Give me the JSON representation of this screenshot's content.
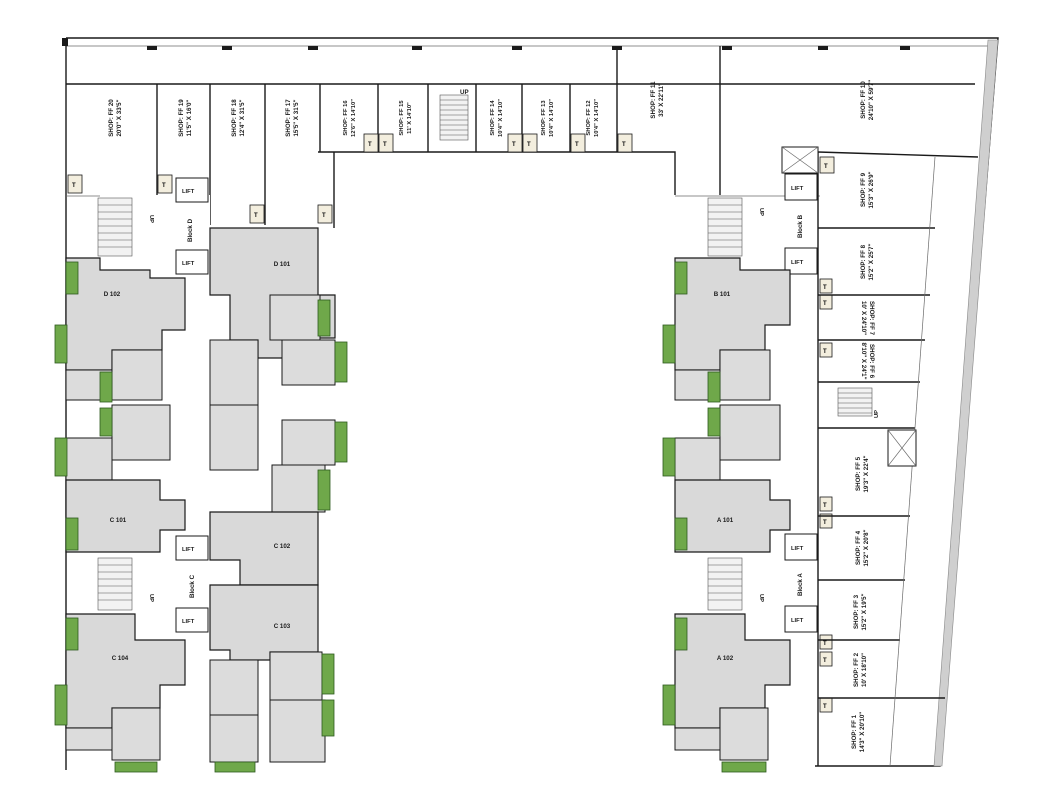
{
  "plan": {
    "shops": [
      {
        "id": "ff20",
        "name": "SHOP: FF 20",
        "size": "20'0\" X 33'5\""
      },
      {
        "id": "ff19",
        "name": "SHOP: FF 19",
        "size": "11'5\" X 16'0\""
      },
      {
        "id": "ff18",
        "name": "SHOP: FF 18",
        "size": "12'4\" X 31'5\""
      },
      {
        "id": "ff17",
        "name": "SHOP: FF 17",
        "size": "15'5\" X 31'5\""
      },
      {
        "id": "ff16",
        "name": "SHOP: FF 16",
        "size": "12'6\" X 14'10\""
      },
      {
        "id": "ff15",
        "name": "SHOP: FF 15",
        "size": "11' X 14'10\""
      },
      {
        "id": "ff14",
        "name": "SHOP: FF 14",
        "size": "10'4\" X 14'10\""
      },
      {
        "id": "ff13",
        "name": "SHOP: FF 13",
        "size": "10'4\" X 14'10\""
      },
      {
        "id": "ff12",
        "name": "SHOP: FF 12",
        "size": "10'4\" X 14'10\""
      },
      {
        "id": "ff11",
        "name": "SHOP: FF 11",
        "size": "33' X 22'11\""
      },
      {
        "id": "ff10",
        "name": "SHOP: FF 10",
        "size": "24'10\" X 59'7\""
      },
      {
        "id": "ff9",
        "name": "SHOP: FF 9",
        "size": "15'3\" X 26'9\""
      },
      {
        "id": "ff8",
        "name": "SHOP: FF 8",
        "size": "15'2\" X 25'7\""
      },
      {
        "id": "ff7",
        "name": "SHOP: FF 7",
        "size": "10' X 24'10\""
      },
      {
        "id": "ff6",
        "name": "SHOP: FF 6",
        "size": "8'10\" X 24'1\""
      },
      {
        "id": "ff5",
        "name": "SHOP: FF 5",
        "size": "19'3\" X 22'4\""
      },
      {
        "id": "ff4",
        "name": "SHOP: FF 4",
        "size": "15'2\" X 20'8\""
      },
      {
        "id": "ff3",
        "name": "SHOP: FF 3",
        "size": "15'2\" X 19'5\""
      },
      {
        "id": "ff2",
        "name": "SHOP: FF 2",
        "size": "10' X 18'10\""
      },
      {
        "id": "ff1",
        "name": "SHOP: FF 1",
        "size": "14'3\" X 20'10\""
      }
    ],
    "flats": {
      "d101": "D 101",
      "d102": "D 102",
      "c101": "C 101",
      "c102": "C 102",
      "c103": "C 103",
      "c104": "C 104",
      "b101": "B 101",
      "a101": "A 101",
      "a102": "A 102"
    },
    "blocks": {
      "a": "Block A",
      "b": "Block B",
      "c": "Block C",
      "d": "Block D"
    },
    "lift": "LIFT",
    "up": "UP",
    "toilet": "T",
    "colors": {
      "wall": "#1a1a1a",
      "flat_fill": "#d9d9d9",
      "planter": "#6fa84a",
      "toilet_box": "#f3eede"
    }
  }
}
